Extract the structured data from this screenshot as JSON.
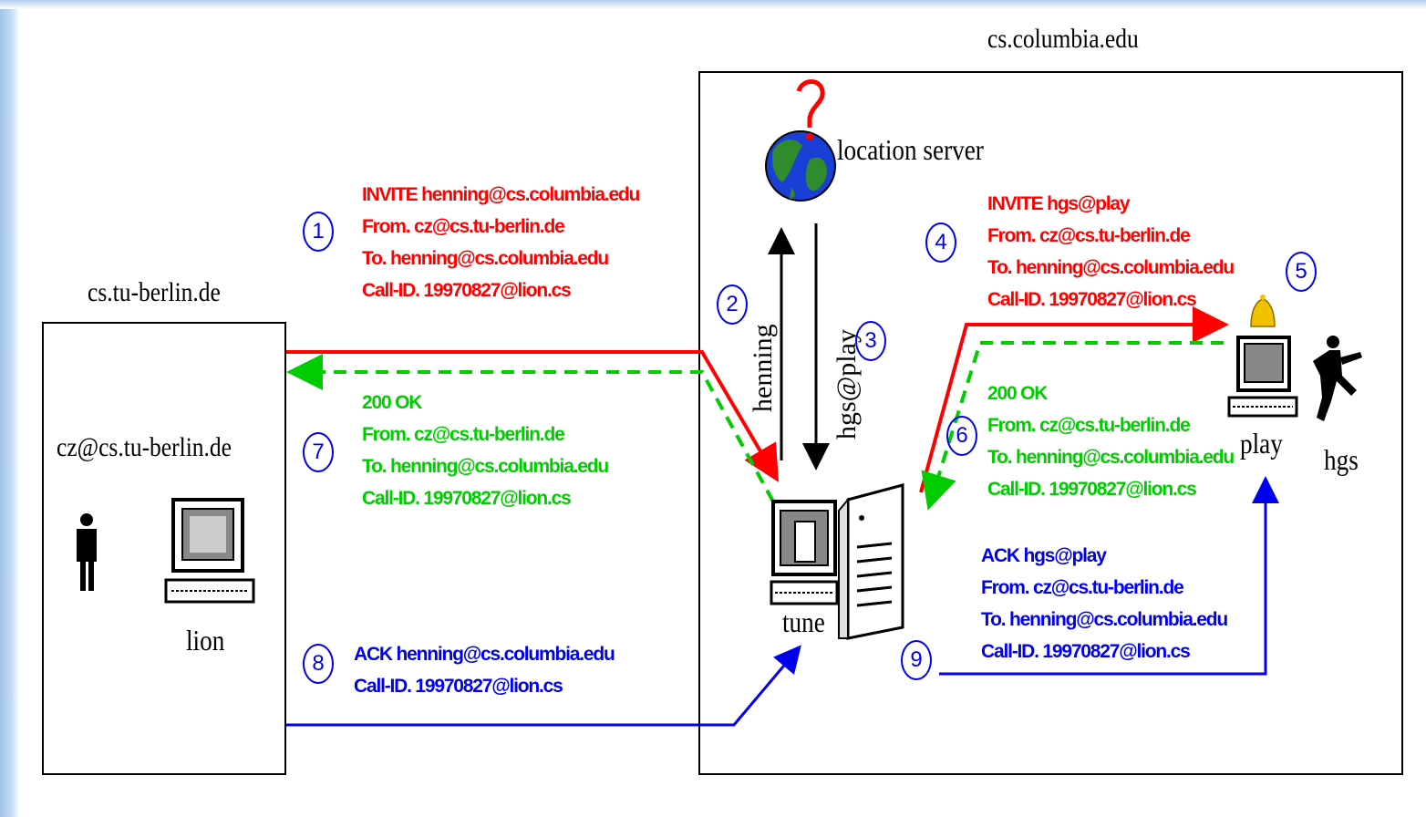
{
  "domains": {
    "remote": "cs.tu-berlin.de",
    "local": "cs.columbia.edu"
  },
  "caller": {
    "address": "cz@cs.tu-berlin.de",
    "host": "lion"
  },
  "hosts": {
    "tune": "tune",
    "play": "play",
    "user": "hgs",
    "location_server": "location server"
  },
  "lookup": {
    "query": "henning",
    "reply": "hgs@play"
  },
  "steps": [
    "1",
    "2",
    "3",
    "4",
    "5",
    "6",
    "7",
    "8",
    "9"
  ],
  "messages": {
    "invite1": [
      "INVITE henning@cs.columbia.edu",
      "From. cz@cs.tu-berlin.de",
      "To. henning@cs.columbia.edu",
      "Call-ID. 19970827@lion.cs"
    ],
    "invite4": [
      "INVITE hgs@play",
      "From. cz@cs.tu-berlin.de",
      "To. henning@cs.columbia.edu",
      "Call-ID. 19970827@lion.cs"
    ],
    "ok6": [
      "200 OK",
      "From. cz@cs.tu-berlin.de",
      "To. henning@cs.columbia.edu",
      "Call-ID. 19970827@lion.cs"
    ],
    "ok7": [
      "200 OK",
      "From. cz@cs.tu-berlin.de",
      "To. henning@cs.columbia.edu",
      "Call-ID. 19970827@lion.cs"
    ],
    "ack8": [
      "ACK henning@cs.columbia.edu",
      "Call-ID. 19970827@lion.cs"
    ],
    "ack9": [
      "ACK hgs@play",
      "From. cz@cs.tu-berlin.de",
      "To. henning@cs.columbia.edu",
      "Call-ID. 19970827@lion.cs"
    ]
  },
  "colors": {
    "invite": "#ff0000",
    "ok": "#00cc00",
    "ack": "#0000ee"
  },
  "icons": [
    "globe-icon",
    "question-mark-icon",
    "person-icon",
    "computer-icon",
    "server-tower-icon",
    "bell-icon",
    "running-person-icon"
  ]
}
